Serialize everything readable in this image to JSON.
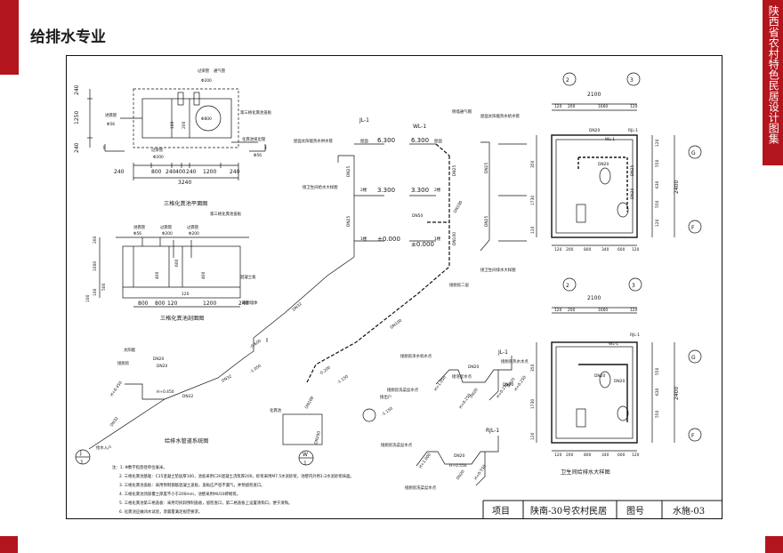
{
  "header": {
    "title": "给排水专业",
    "side_band": "陕西省农村特色民居设计图集"
  },
  "title_block": {
    "label_project": "项目",
    "project": "陕南-30号农村民居",
    "label_drawing_no": "图号",
    "drawing_no": "水施-03"
  },
  "septic_plan": {
    "caption": "三格化粪池平面图",
    "labels": [
      "过梁管",
      "进粪管",
      "第三格化粪池盖板",
      "化粪池排出管",
      "过梁管",
      "通气管"
    ],
    "pipe_sizes": [
      "Φ200",
      "Φ56",
      "Φ200",
      "Φ56",
      "Φ800"
    ],
    "dims_vertical": [
      "240",
      "1250",
      "240"
    ],
    "dims_horizontal": [
      "240",
      "800",
      "240",
      "400",
      "240",
      "1200",
      "240"
    ],
    "total": "3240",
    "inner_dims": [
      "100",
      "200"
    ],
    "section_marks": [
      "I",
      "I"
    ]
  },
  "septic_section": {
    "caption": "三格化粪池剖面图",
    "labels": [
      "进粪管",
      "过粪管",
      "第三格化粪池盖板",
      "过粪管",
      "混凝土板",
      "砖砌墙体"
    ],
    "pipe_sizes": [
      "Φ56",
      "Φ200",
      "Φ200"
    ],
    "dims_vertical": [
      "200",
      "1000",
      "500",
      "100",
      "100"
    ],
    "dims_inner": [
      "400",
      "600",
      "400",
      "120"
    ],
    "dims_horizontal": [
      "800",
      "120",
      "800",
      "1200",
      "240"
    ]
  },
  "supply_system": {
    "caption": "给排水管道系统图",
    "pipes": [
      "JL-1",
      "WL-1"
    ],
    "levels": [
      "6.300",
      "3.300",
      "±0.000",
      "6.300",
      "3.300",
      "±0.000"
    ],
    "floors": [
      "屋面",
      "2楼",
      "1楼",
      "屋面",
      "2楼",
      "1楼"
    ],
    "sizes": [
      "DN25",
      "DN25",
      "DN32",
      "DN32",
      "DN20",
      "DN32",
      "DN25",
      "DN100",
      "DN100",
      "DN50",
      "DN100",
      "DN100",
      "DN200",
      "DN25",
      "DN25"
    ],
    "labels": [
      "屋面太阳能热水供水管",
      "接卫生间给水大样图",
      "侧墙通气帽",
      "屋面太阳能热水给水管",
      "接卫生间排水大样图",
      "接厨房二层",
      "化粪池",
      "给水入户",
      "太阳能",
      "接厨房",
      "接出户"
    ],
    "markers": [
      "H+0.450",
      "H+0.450",
      "-0.600",
      "-1.050",
      "-0.200",
      "-1.150",
      "-1.150",
      "DN20",
      "DN32"
    ],
    "circle_labels": [
      "J",
      "1",
      "W",
      "1"
    ]
  },
  "kitchen_detail": {
    "labels": [
      "接厨房净水机水点",
      "JL-1",
      "接厨房洗菜盆水点",
      "接浴室水点",
      "接厨房热水水点",
      "DN20",
      "DN20",
      "DN20",
      "DN25",
      "H+1.050",
      "H+0.250",
      "H+0.250",
      "H+0.250"
    ],
    "drain_labels": [
      "接厨房洗菜盆水点",
      "RJL-1",
      "DN20",
      "DN20",
      "H+1.000",
      "H+0.550",
      "H+0.550",
      "接厨房洗菜盆水点"
    ]
  },
  "bathroom_plan_1": {
    "axes": [
      "2",
      "3",
      "G",
      "F"
    ],
    "dims_top": [
      "2100",
      "120",
      "200",
      "1660",
      "120"
    ],
    "dims_right": [
      "120",
      "550",
      "630",
      "550",
      "120",
      "2400"
    ],
    "dims_left": [
      "350",
      "1730",
      "120"
    ],
    "dims_bottom": [
      "120",
      "200",
      "800",
      "340",
      "600",
      "120"
    ],
    "labels": [
      "DN20",
      "WL-1",
      "RJL-1",
      "DN25",
      "DN20",
      "DN20"
    ]
  },
  "bathroom_plan_2": {
    "caption": "卫生间给排水大样图",
    "axes": [
      "2",
      "3",
      "G",
      "F"
    ],
    "dims_top": [
      "2100",
      "120",
      "200",
      "1660",
      "120"
    ],
    "dims_right": [
      "550",
      "630",
      "550",
      "2400"
    ],
    "dims_left": [
      "350",
      "1730",
      "120"
    ],
    "dims_bottom": [
      "120",
      "200",
      "800",
      "340",
      "600",
      "120"
    ],
    "labels": [
      "RJL-1",
      "WL-1",
      "DN20",
      "DN20"
    ]
  },
  "notes": [
    "注：1. Φ数字指直径单位毫米。",
    "2. 三格化粪池基础：C15混凝土垫层厚100，池底采用C20混凝土浇筑厚200，砂浆采用M7.5水泥砂浆，池壁内外用1:2水泥砂浆抹面。",
    "3. 三格化粪池盖板：采用预制钢筋混凝土盖板，盖板应严密不漏气，并预留检查口。",
    "4. 三格化粪池顶部覆土厚度不小于200mm，池壁采用MU10砖砌筑。",
    "5. 三格化粪池第三格盖板：采用可拆卸预制盖板，留检查口，第二格盖板上设置清掏口，便于清掏。",
    "6. 化粪池应做闭水试验，渗漏量满足规范要求。"
  ],
  "colors": {
    "accent": "#b3151c",
    "ink": "#111111",
    "background": "#ffffff"
  }
}
